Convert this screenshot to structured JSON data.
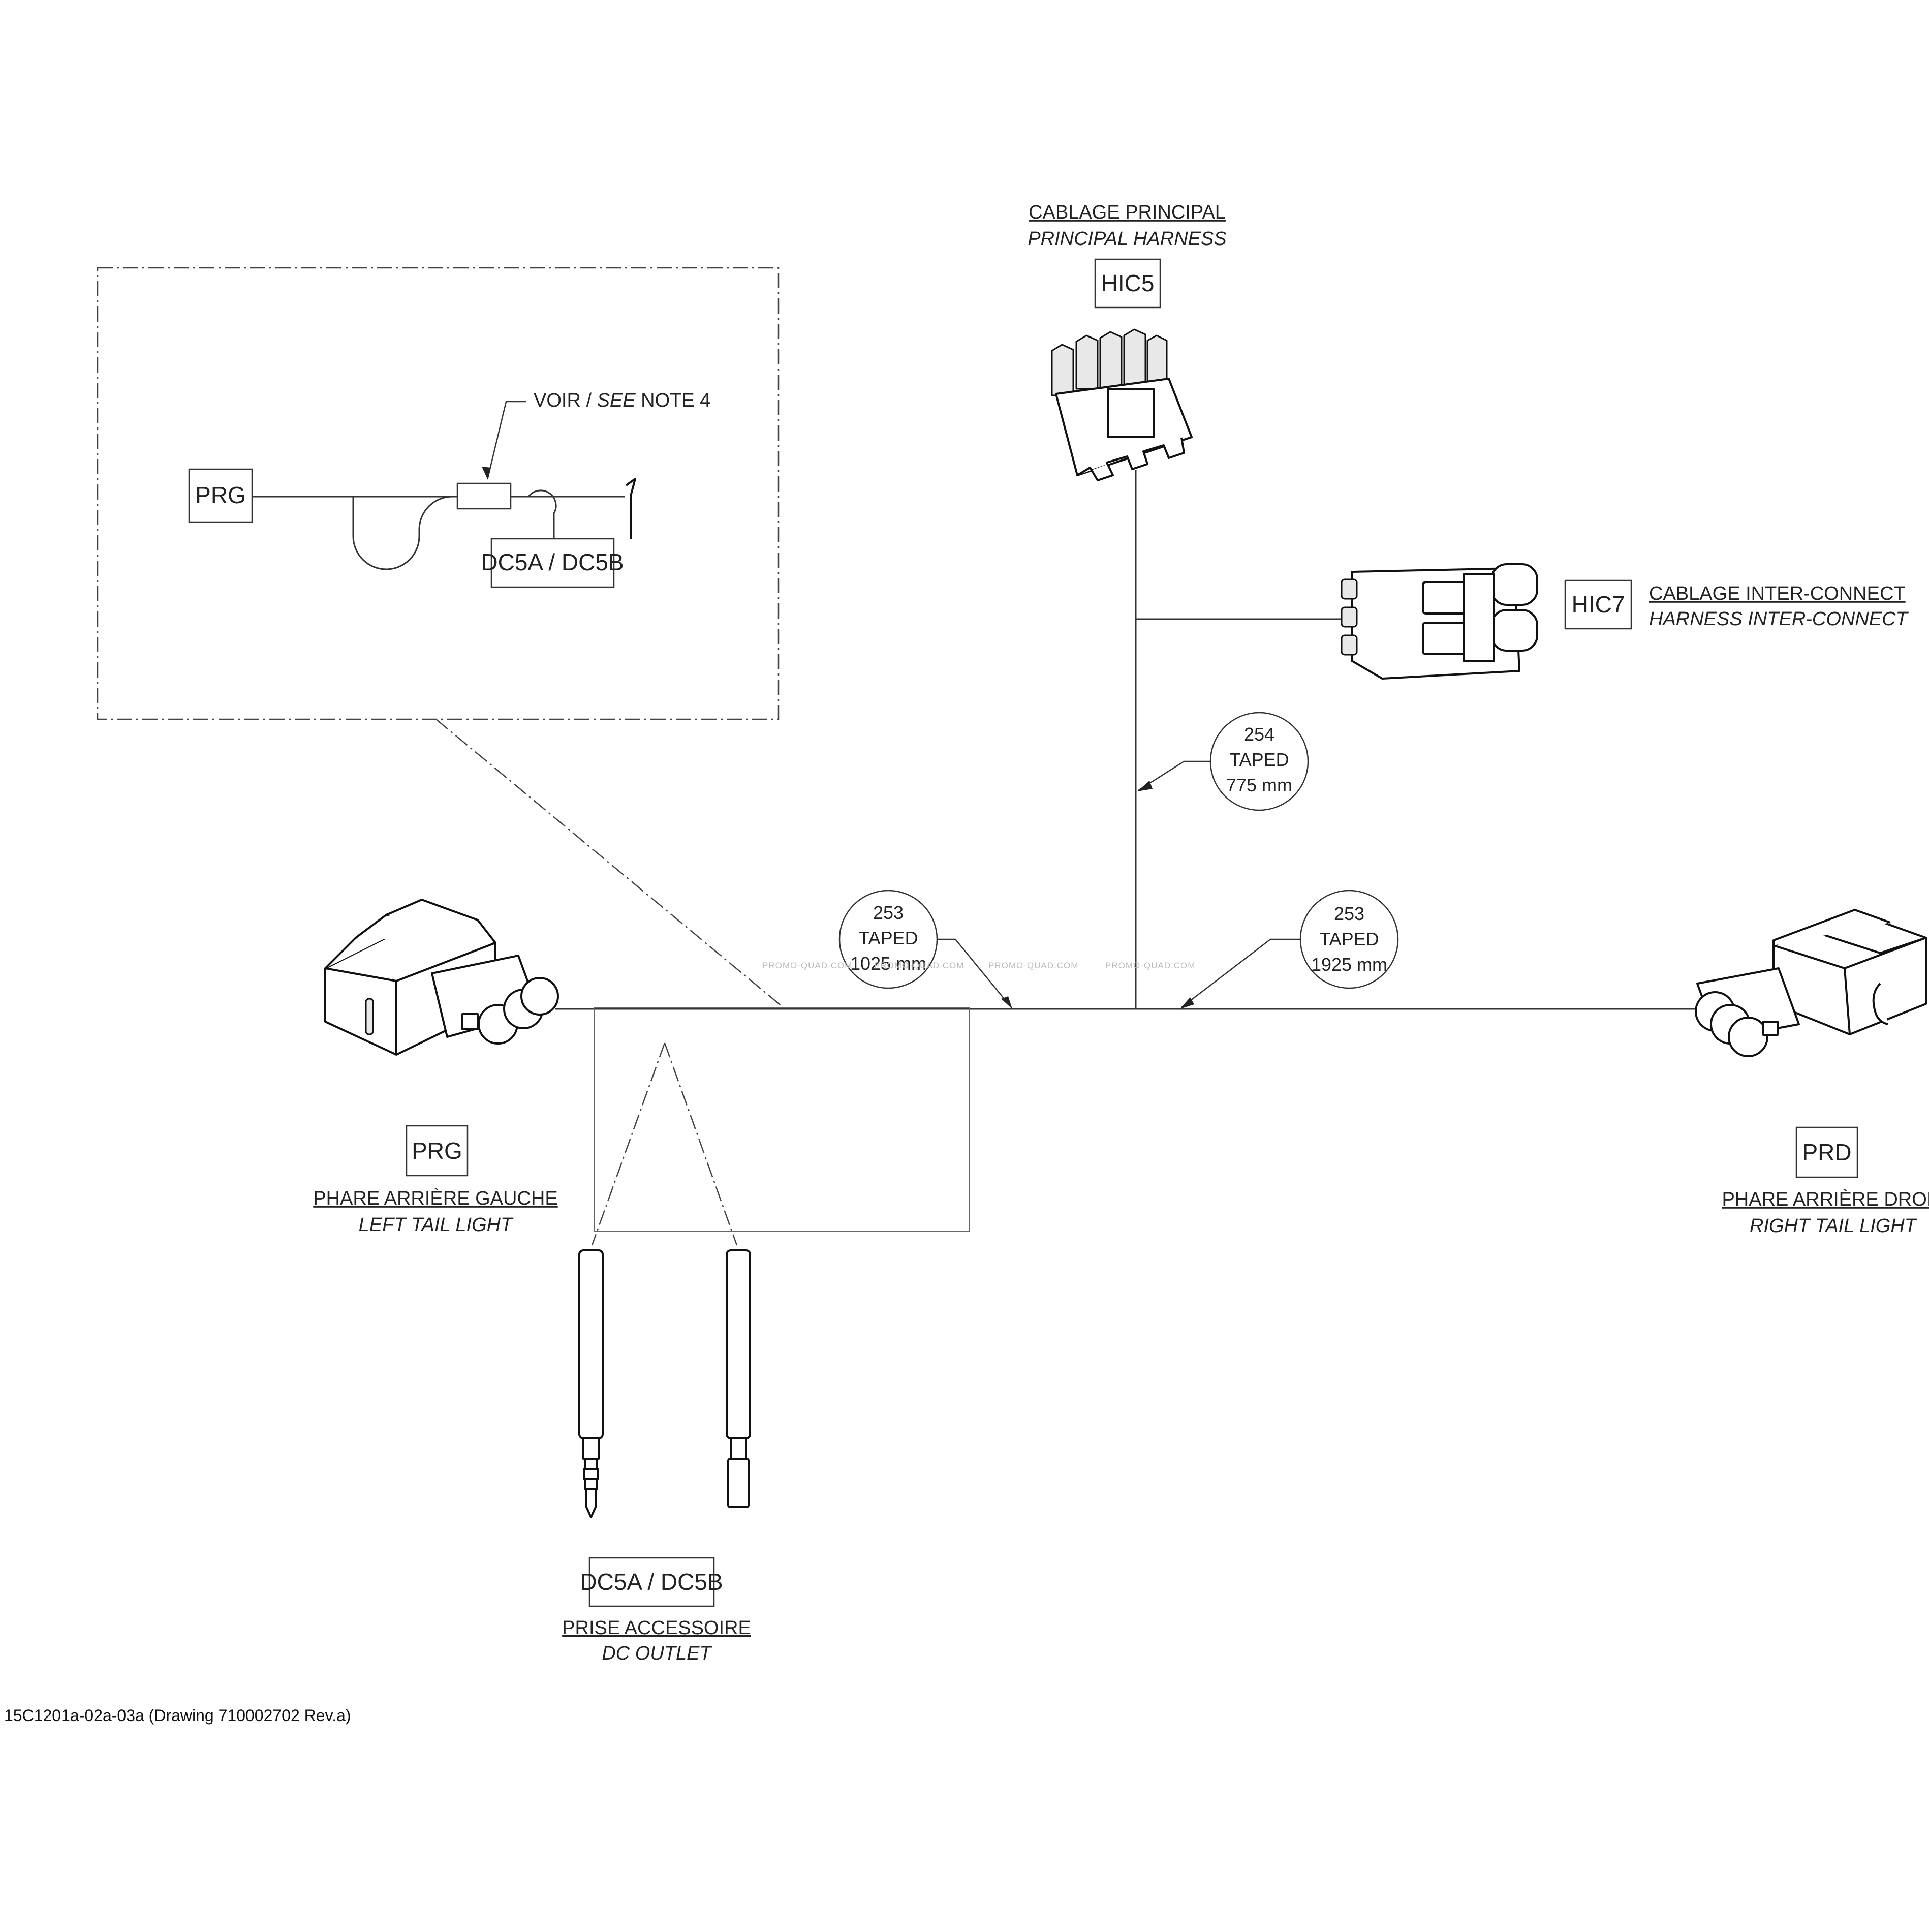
{
  "connectors": {
    "hic5": {
      "code": "HIC5",
      "name_fr": "CABLAGE PRINCIPAL",
      "name_en": "PRINCIPAL HARNESS"
    },
    "hic7": {
      "code": "HIC7",
      "name_fr": "CABLAGE INTER-CONNECT",
      "name_en": "HARNESS INTER-CONNECT"
    },
    "prg": {
      "code": "PRG",
      "name_fr": "PHARE ARRIÈRE GAUCHE",
      "name_en": "LEFT TAIL LIGHT"
    },
    "prd": {
      "code": "PRD",
      "name_fr": "PHARE ARRIÈRE DROIT",
      "name_en": "RIGHT TAIL LIGHT"
    },
    "dc": {
      "code": "DC5A / DC5B",
      "name_fr": "PRISE ACCESSOIRE",
      "name_en": "DC OUTLET"
    }
  },
  "detail": {
    "prg_code": "PRG",
    "dc_code": "DC5A / DC5B",
    "note_prefix": "VOIR / ",
    "note_see": "SEE",
    "note_suffix": " NOTE 4"
  },
  "segments": [
    {
      "number": "254",
      "finish": "TAPED",
      "length": "775 mm"
    },
    {
      "number": "253",
      "finish": "TAPED",
      "length": "1025 mm"
    },
    {
      "number": "253",
      "finish": "TAPED",
      "length": "1925 mm"
    }
  ],
  "watermark": "PROMO-QUAD.COM",
  "footer": "15C1201a-02a-03a (Drawing 710002702 Rev.a)"
}
